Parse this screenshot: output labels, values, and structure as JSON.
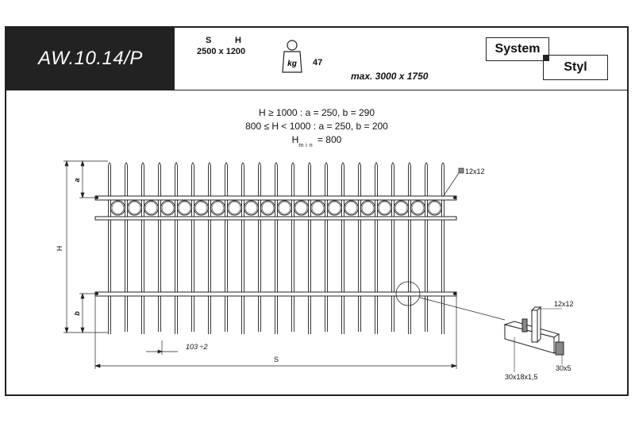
{
  "header": {
    "code": "AW.10.14/P",
    "s_label": "S",
    "h_label": "H",
    "dimensions": "2500 x 1200",
    "kg_label": "kg",
    "weight": "47",
    "max_size": "max. 3000 x 1750",
    "brand_left": "System",
    "brand_right": "Styl"
  },
  "formulas": {
    "line1": "H ≥ 1000 : a = 250, b = 290",
    "line2": "800 ≤ H < 1000 : a = 250, b = 200",
    "line3_h": "H",
    "line3_sub": "min",
    "line3_rest": " = 800"
  },
  "drawing": {
    "label_a": "a",
    "label_b": "b",
    "label_h": "H",
    "label_s": "S",
    "spacing": "103 ÷2",
    "bar_section": "12x12",
    "detail_bar": "12x12",
    "detail_rail": "30x18x1,5",
    "detail_flat": "30x5",
    "bar_count": 21
  }
}
